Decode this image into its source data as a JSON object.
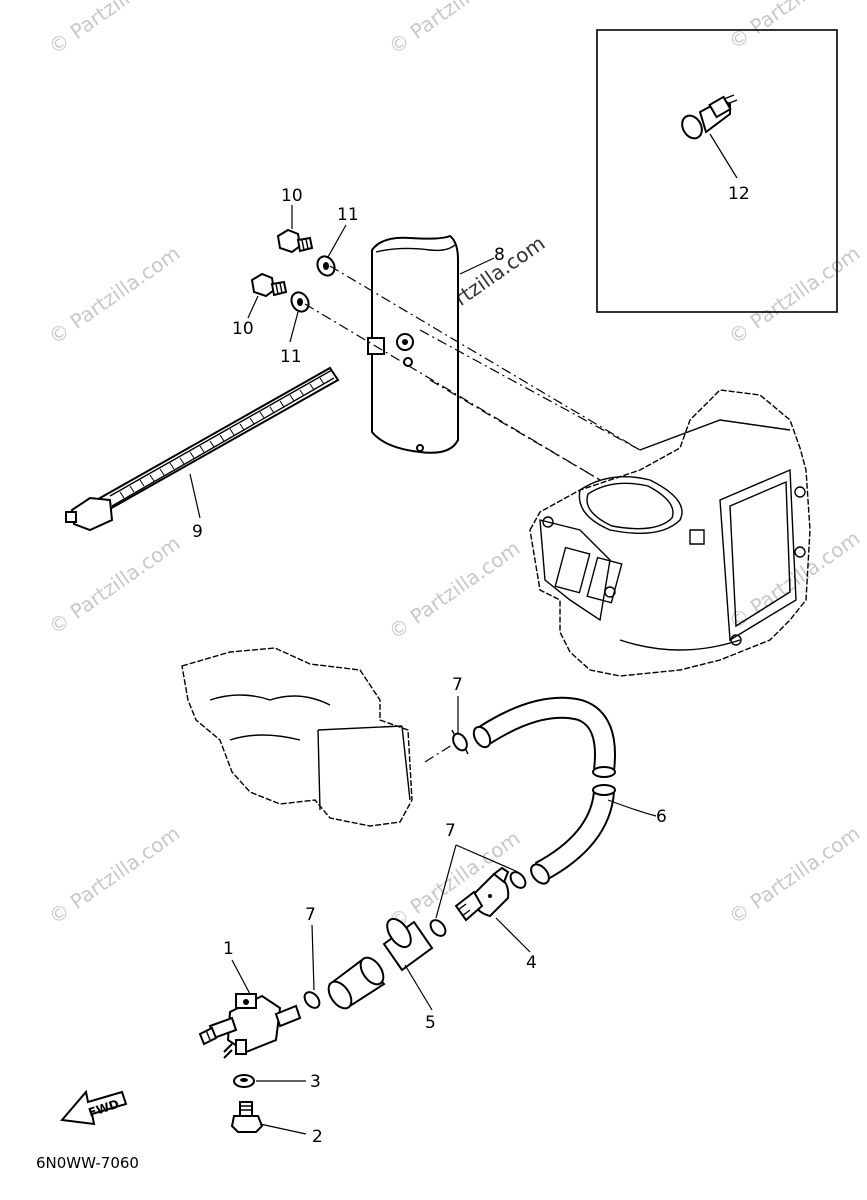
{
  "diagram_code": "6N0WW-7060",
  "fwd_badge": "FWD",
  "watermark": "© Partzilla.com",
  "part_numbers": {
    "p1": "1",
    "p2": "2",
    "p3": "3",
    "p4": "4",
    "p5": "5",
    "p6": "6",
    "p7a": "7",
    "p7b": "7",
    "p7c": "7",
    "p8": "8",
    "p9": "9",
    "p10a": "10",
    "p10b": "10",
    "p11a": "11",
    "p11b": "11",
    "p12": "12"
  }
}
